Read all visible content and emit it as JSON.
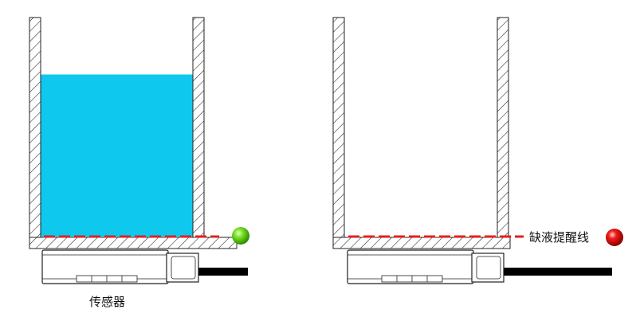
{
  "labels": {
    "sensor": "传感器",
    "low_liquid_line": "缺液提醒线"
  },
  "containers": [
    {
      "id": "full",
      "liquid_level": 0.74,
      "indicator": "green-led"
    },
    {
      "id": "empty",
      "liquid_level": 0.0,
      "indicator": "red-led"
    }
  ],
  "colors": {
    "liquid": "#0fc8ee",
    "alarm_line": "#e02020",
    "indicator_ok": "#55dd11",
    "indicator_alarm": "#ee1111",
    "outline": "#222222",
    "cable": "#000000"
  }
}
